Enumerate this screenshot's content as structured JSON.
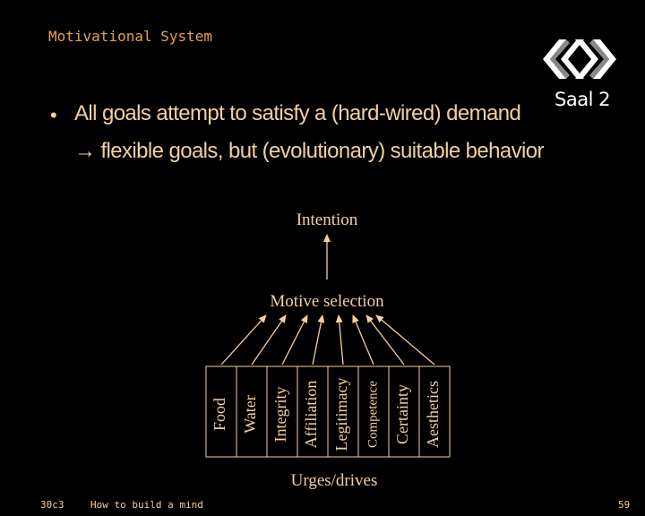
{
  "header": {
    "title": "Motivational System"
  },
  "logo": {
    "label": "Saal 2"
  },
  "bullet": {
    "line1": "All goals attempt to satisfy a (hard-wired) demand",
    "line2": "→ flexible goals, but (evolutionary) suitable behavior"
  },
  "diagram": {
    "intention": "Intention",
    "motive_selection": "Motive selection",
    "urges_label": "Urges/drives",
    "drives": [
      "Food",
      "Water",
      "Integrity",
      "Affiliation",
      "Legitimacy",
      "Competence",
      "Certainty",
      "Aesthetics"
    ]
  },
  "footer": {
    "event": "30c3",
    "talk": "How to build a mind",
    "page": "59"
  },
  "colors": {
    "text": "#f3cfa0",
    "header": "#e8a050",
    "background": "#000000",
    "diagram": "#f3cfa0"
  }
}
